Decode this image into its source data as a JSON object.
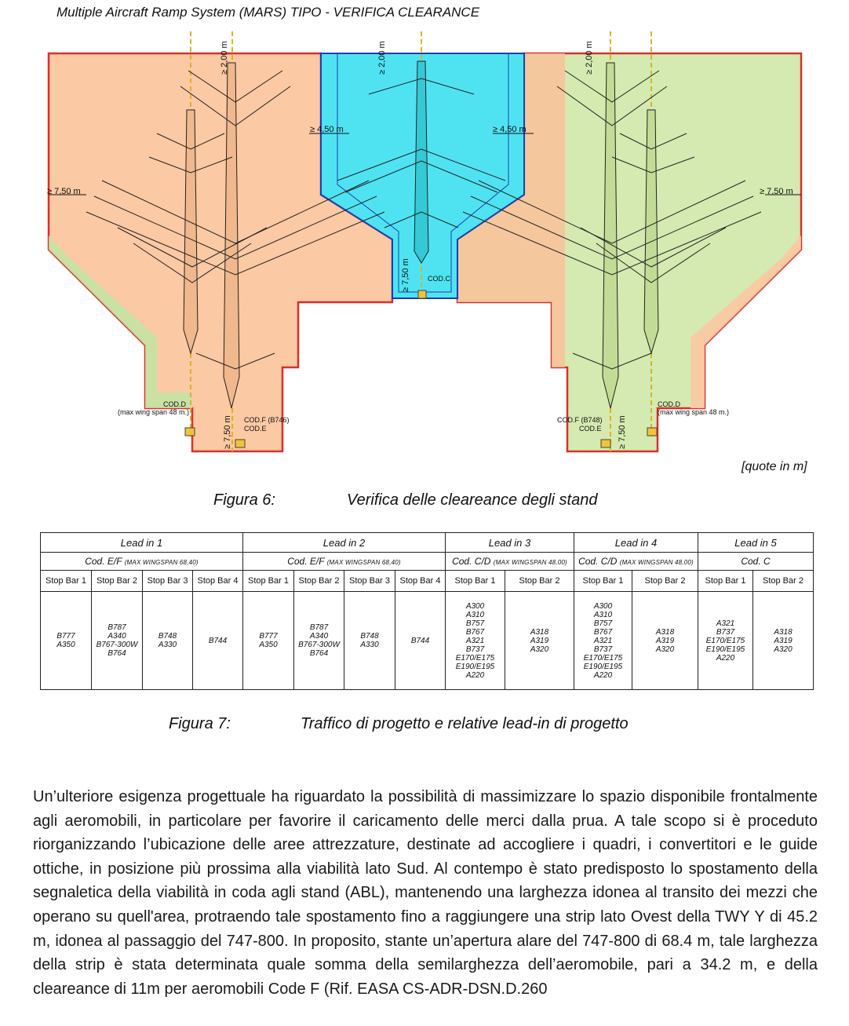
{
  "figure6": {
    "title": "Multiple Aircraft Ramp System (MARS) TIPO - VERIFICA CLEARANCE",
    "dims": {
      "top_left": "≥ 2,00 m",
      "top_center": "≥ 2,00 m",
      "top_right": "≥ 2,00 m",
      "mid_left": "≥ 4,50 m",
      "mid_right": "≥ 4,50 m",
      "side_left": "≥ 7,50 m",
      "side_right": "≥ 7,50 m",
      "center_bottom": "≥ 7,50 m",
      "bottom_left": "≥ 7,50 m",
      "bottom_right": "≥ 7,50 m"
    },
    "labels": {
      "cod_c": "COD.C",
      "cod_d_left": "COD.D",
      "max_wing_left": "(max wing span 48 m.)",
      "cod_f_left": "COD.F (B746)",
      "cod_e_left": "COD.E",
      "cod_f_right": "COD.F (B748)",
      "cod_e_right": "COD.E",
      "cod_d_right": "COD.D",
      "max_wing_right": "(max wing span 48 m.)"
    },
    "units_note": "[quote in m]",
    "caption_label": "Figura 6:",
    "caption_text": "Verifica delle cleareance degli stand",
    "zone_colors": {
      "orange": "#fbc9a3",
      "green": "#d4eab0",
      "cyan": "#55e6f2",
      "red_outline": "#d9302a"
    }
  },
  "table": {
    "leads": [
      {
        "title": "Lead in 1",
        "code": "Cod. E/F",
        "wingspan": "(MAX WINGSPAN 68,40)",
        "bars": [
          "Stop Bar 1",
          "Stop Bar 2",
          "Stop Bar 3",
          "Stop Bar 4"
        ],
        "aircraft": [
          [
            "B777",
            "A350"
          ],
          [
            "B787",
            "A340",
            "B767-300W",
            "B764"
          ],
          [
            "B748",
            "A330"
          ],
          [
            "B744"
          ]
        ]
      },
      {
        "title": "Lead in 2",
        "code": "Cod. E/F",
        "wingspan": "(MAX WINGSPAN 68,40)",
        "bars": [
          "Stop Bar 1",
          "Stop Bar 2",
          "Stop Bar 3",
          "Stop Bar 4"
        ],
        "aircraft": [
          [
            "B777",
            "A350"
          ],
          [
            "B787",
            "A340",
            "B767-300W",
            "B764"
          ],
          [
            "B748",
            "A330"
          ],
          [
            "B744"
          ]
        ]
      },
      {
        "title": "Lead in 3",
        "code": "Cod. C/D",
        "wingspan": "(MAX WINGSPAN 48,00)",
        "bars": [
          "Stop Bar 1",
          "Stop Bar 2"
        ],
        "aircraft": [
          [
            "A300",
            "A310",
            "B757",
            "B767",
            "A321",
            "B737",
            "E170/E175",
            "E190/E195",
            "A220"
          ],
          [
            "A318",
            "A319",
            "A320"
          ]
        ]
      },
      {
        "title": "Lead in 4",
        "code": "Cod. C/D",
        "wingspan": "(MAX WINGSPAN 48,00)",
        "bars": [
          "Stop Bar 1",
          "Stop Bar 2"
        ],
        "aircraft": [
          [
            "A300",
            "A310",
            "B757",
            "B767",
            "A321",
            "B737",
            "E170/E175",
            "E190/E195",
            "A220"
          ],
          [
            "A318",
            "A319",
            "A320"
          ]
        ]
      },
      {
        "title": "Lead in 5",
        "code": "Cod. C",
        "wingspan": "",
        "bars": [
          "Stop Bar 1",
          "Stop Bar 2"
        ],
        "aircraft": [
          [
            "A321",
            "B737",
            "E170/E175",
            "E190/E195",
            "A220"
          ],
          [
            "A318",
            "A319",
            "A320"
          ]
        ]
      }
    ]
  },
  "figure7": {
    "caption_label": "Figura 7:",
    "caption_text": "Traffico di progetto e relative lead-in di progetto"
  },
  "paragraph": "Un’ulteriore esigenza progettuale ha riguardato la possibilità di massimizzare lo spazio disponibile frontalmente agli aeromobili, in particolare per favorire il caricamento delle merci dalla prua. A tale scopo si è proceduto riorganizzando l’ubicazione delle aree attrezzature, destinate ad accogliere i quadri, i convertitori e le guide ottiche, in posizione più prossima alla viabilità lato Sud. Al contempo è stato predisposto lo spostamento della segnaletica della viabilità in coda agli stand (ABL), mantenendo una larghezza idonea al transito dei mezzi che operano su quell'area, protraendo tale spostamento fino a raggiungere una strip lato Ovest della TWY Y di 45.2 m, idonea al passaggio del 747-800. In proposito, stante un’apertura alare del 747-800 di 68.4 m, tale larghezza della strip è stata determinata quale somma della semilarghezza dell’aeromobile, pari a 34.2 m, e della cleareance di 11m per aeromobili Code F (Rif. EASA CS-ADR-DSN.D.260"
}
